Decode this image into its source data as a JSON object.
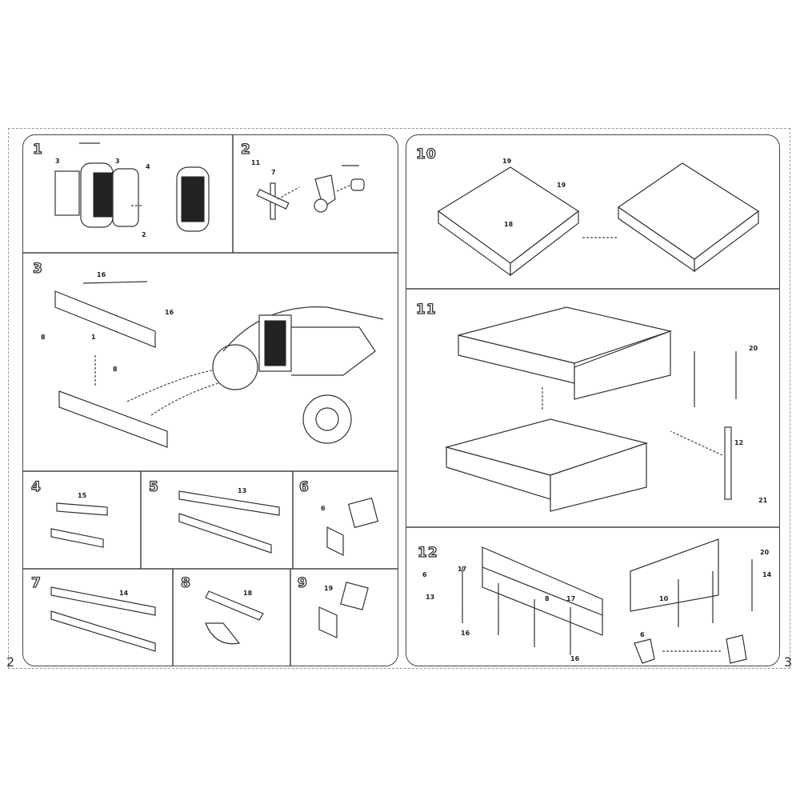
{
  "pages": {
    "left": "2",
    "right": "3"
  },
  "steps": [
    {
      "number": "1",
      "parts": [
        "3",
        "3",
        "4",
        "2"
      ]
    },
    {
      "number": "2",
      "parts": [
        "11",
        "7"
      ]
    },
    {
      "number": "3",
      "parts": [
        "16",
        "16",
        "1",
        "8",
        "8"
      ]
    },
    {
      "number": "4",
      "parts": [
        "15"
      ]
    },
    {
      "number": "5",
      "parts": [
        "13"
      ]
    },
    {
      "number": "6",
      "parts": [
        "6"
      ]
    },
    {
      "number": "7",
      "parts": [
        "14"
      ]
    },
    {
      "number": "8",
      "parts": [
        "18"
      ]
    },
    {
      "number": "9",
      "parts": [
        "19"
      ]
    },
    {
      "number": "10",
      "parts": [
        "19",
        "19",
        "18"
      ]
    },
    {
      "number": "11",
      "parts": [
        "20",
        "12",
        "21"
      ]
    },
    {
      "number": "12",
      "parts": [
        "6",
        "17",
        "13",
        "16",
        "8",
        "17",
        "16",
        "20",
        "14",
        "10",
        "6"
      ]
    }
  ],
  "glue_icon": "glue-circle-icon"
}
